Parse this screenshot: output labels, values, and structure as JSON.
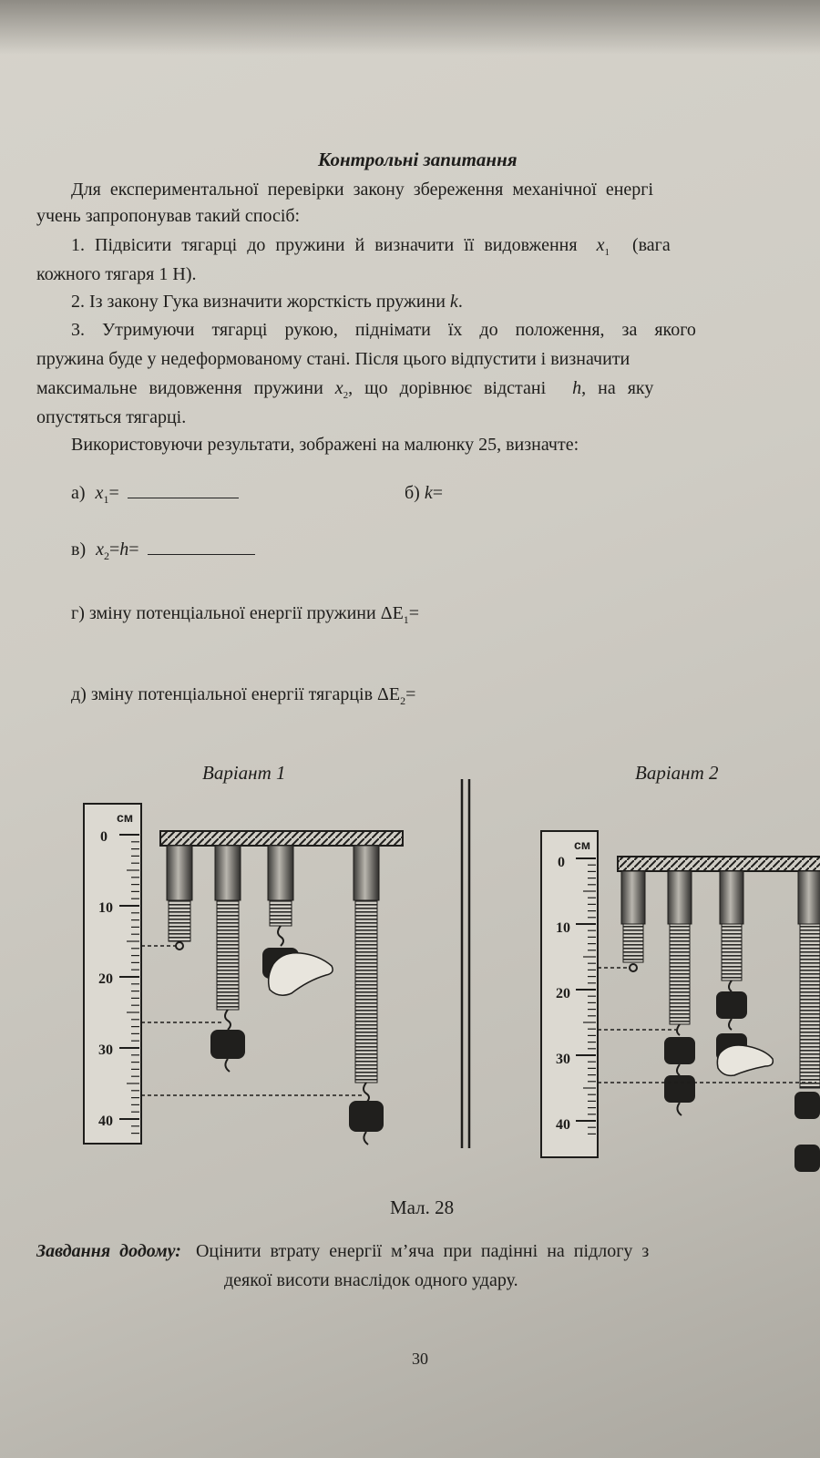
{
  "section_title": "Контрольні запитання",
  "intro_1": "Для експериментальної перевірки закону збереження механічної енергі",
  "intro_2": "учень запропонував такий спосіб:",
  "step1_a": "1. Підвісити тягарці до пружини й визначити її видовження",
  "step1_var": "x",
  "step1_sub": "1",
  "step1_tail": "(вага",
  "step1_b": "кожного тягаря 1 Н).",
  "step2_a": "2. Із закону Гука визначити жорсткість пружини",
  "step2_var": "k",
  "step2_dot": ".",
  "step3_a": "3. Утримуючи тягарці рукою, піднімати їх до положення, за якого",
  "step3_b": "пружина буде у недеформованому стані. Після цього відпустити і визначити",
  "step3_c1": "максимальне видовження пружини",
  "step3_c_var": "x",
  "step3_c_sub": "2",
  "step3_c2": ", що дорівнює відстані",
  "step3_c_h": "h",
  "step3_c3": ", на яку",
  "step3_d": "опустяться тягарці.",
  "task_line": "Використовуючи результати, зображені на малюнку 25, визначте:",
  "q_a_label": "а)",
  "q_a_var": "x",
  "q_a_sub": "1",
  "q_a_eq": "=",
  "q_b_label": "б)",
  "q_b_var": "k",
  "q_b_eq": "=",
  "q_v_label": "в)",
  "q_v_var": "x",
  "q_v_sub": "2",
  "q_v_mid": "=",
  "q_v_h": "h",
  "q_v_eq": "=",
  "q_g_text": "г) зміну потенціальної енергії пружини ΔE",
  "q_g_sub": "1",
  "q_g_eq": "=",
  "q_d_text": "д) зміну потенціальної енергії тягарців ΔE",
  "q_d_sub": "2",
  "q_d_eq": "=",
  "variant1": "Варіант 1",
  "variant2": "Варіант 2",
  "ruler_unit": "см",
  "ruler1_ticks": [
    "0",
    "10",
    "20",
    "30",
    "40"
  ],
  "ruler2_ticks": [
    "0",
    "10",
    "20",
    "30",
    "40"
  ],
  "figure_caption": "Мал. 28",
  "homework_label": "Завдання додому:",
  "homework_1": "Оцінити втрату енергії м’яча при падінні на підлогу з",
  "homework_2": "деякої висоти внаслідок одного удару.",
  "page_number": "30"
}
